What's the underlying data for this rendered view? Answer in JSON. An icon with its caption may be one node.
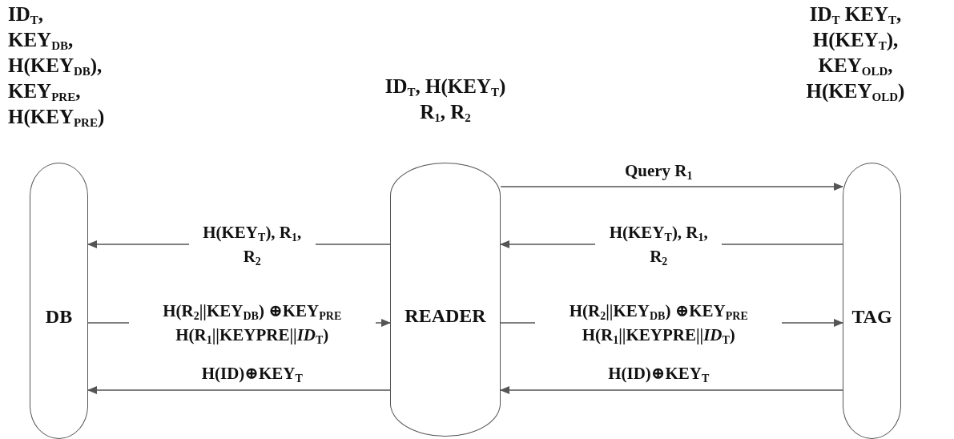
{
  "diagram": {
    "nodes": [
      {
        "text": [
          "DB"
        ],
        "beside": [
          "ID$_{T}$, KEY$_{DB}$, H(KEY$_{DB}$), KEY$_{PRE}$, H(KEY$_{PRE}$)"
        ]
      },
      {
        "text": [
          "READER"
        ],
        "beside": [
          "ID$_{T}$, H(KEY$_{T}$) R$_{1}$, R$_{2}$"
        ]
      },
      {
        "text": [
          "TAG"
        ],
        "beside": [
          "ID$_{T}$ KEY$_{T}$, H(KEY$_{T}$), KEY$_{OLD}$, H(KEY$_{OLD}$)"
        ]
      }
    ],
    "edges": [
      {
        "from": 1,
        "to": 2,
        "arrow": "to",
        "label": "Query R$_{1}$"
      },
      {
        "from": 2,
        "to": 1,
        "arrow": "to",
        "label": "H(KEY$_{T}$), R$_{1}$, R$_{2}$"
      },
      {
        "from": 1,
        "to": 0,
        "arrow": "to",
        "label": "H(KEY$_{T}$), R$_{1}$, R$_{2}$"
      },
      {
        "from": 0,
        "to": 1,
        "arrow": "to",
        "label": "H(R$_{2}$||KEY$_{DB}$) ⊕KEY$_{PRE}$ H(R$_{1}$||KEYPRE||*ID*$_{T}$)"
      },
      {
        "from": 1,
        "to": 2,
        "arrow": "to",
        "label": "H(R$_{2}$||KEY$_{DB}$) ⊕KEY$_{PRE}$ H(R$_{1}$||KEYPRE||*ID*$_{T}$)"
      },
      {
        "from": 2,
        "to": 1,
        "arrow": "to",
        "label": "H(ID)⊕KEY$_{T}$"
      },
      {
        "from": 1,
        "to": 0,
        "arrow": "to",
        "label": "H(ID)⊕KEY$_{T}$"
      }
    ]
  }
}
